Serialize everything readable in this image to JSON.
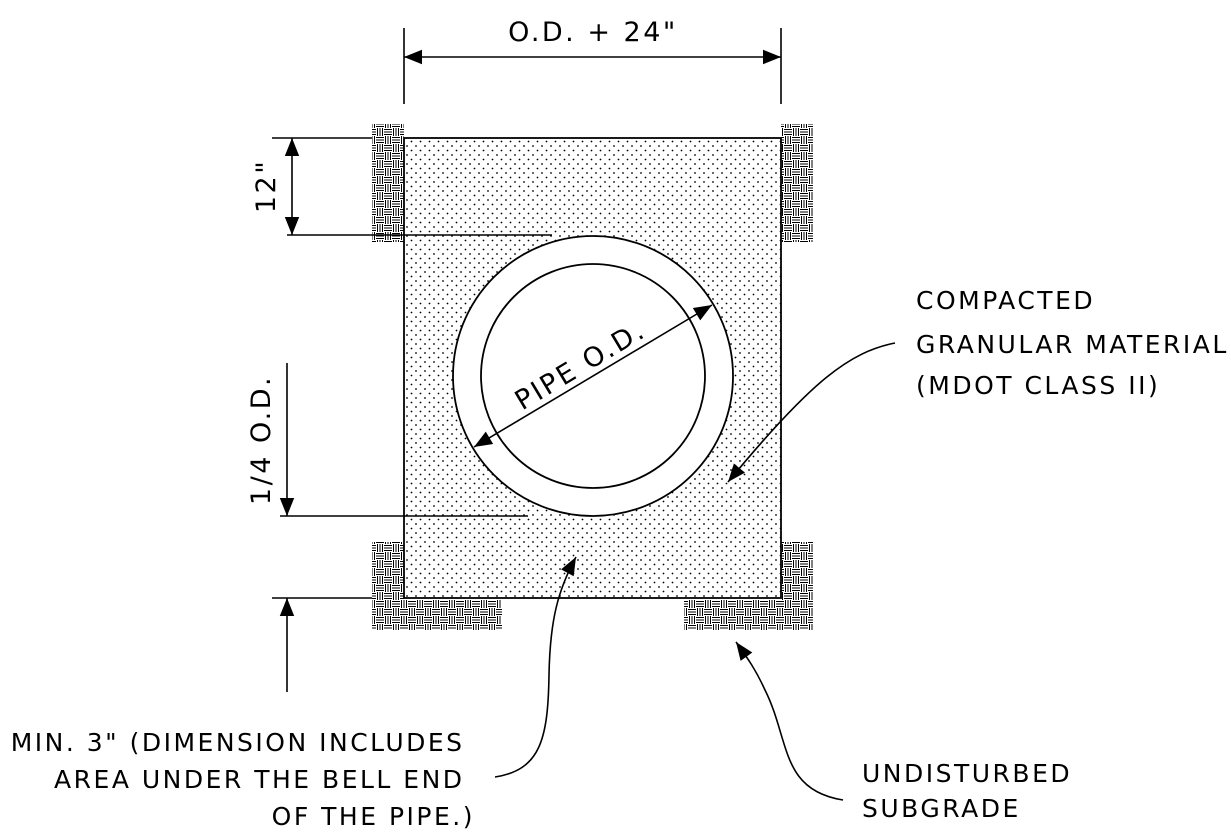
{
  "dimensions": {
    "top_width": "O.D. + 24\"",
    "top_cover": "12\"",
    "bedding_depth": "1/4 O.D.",
    "pipe_diameter": "PIPE O.D."
  },
  "labels": {
    "granular": [
      "COMPACTED",
      "GRANULAR MATERIAL",
      "(MDOT CLASS II)"
    ],
    "min_note": [
      "MIN. 3\" (DIMENSION INCLUDES",
      "AREA UNDER THE BELL END",
      "OF THE PIPE.)"
    ],
    "subgrade": [
      "UNDISTURBED",
      "SUBGRADE"
    ]
  }
}
